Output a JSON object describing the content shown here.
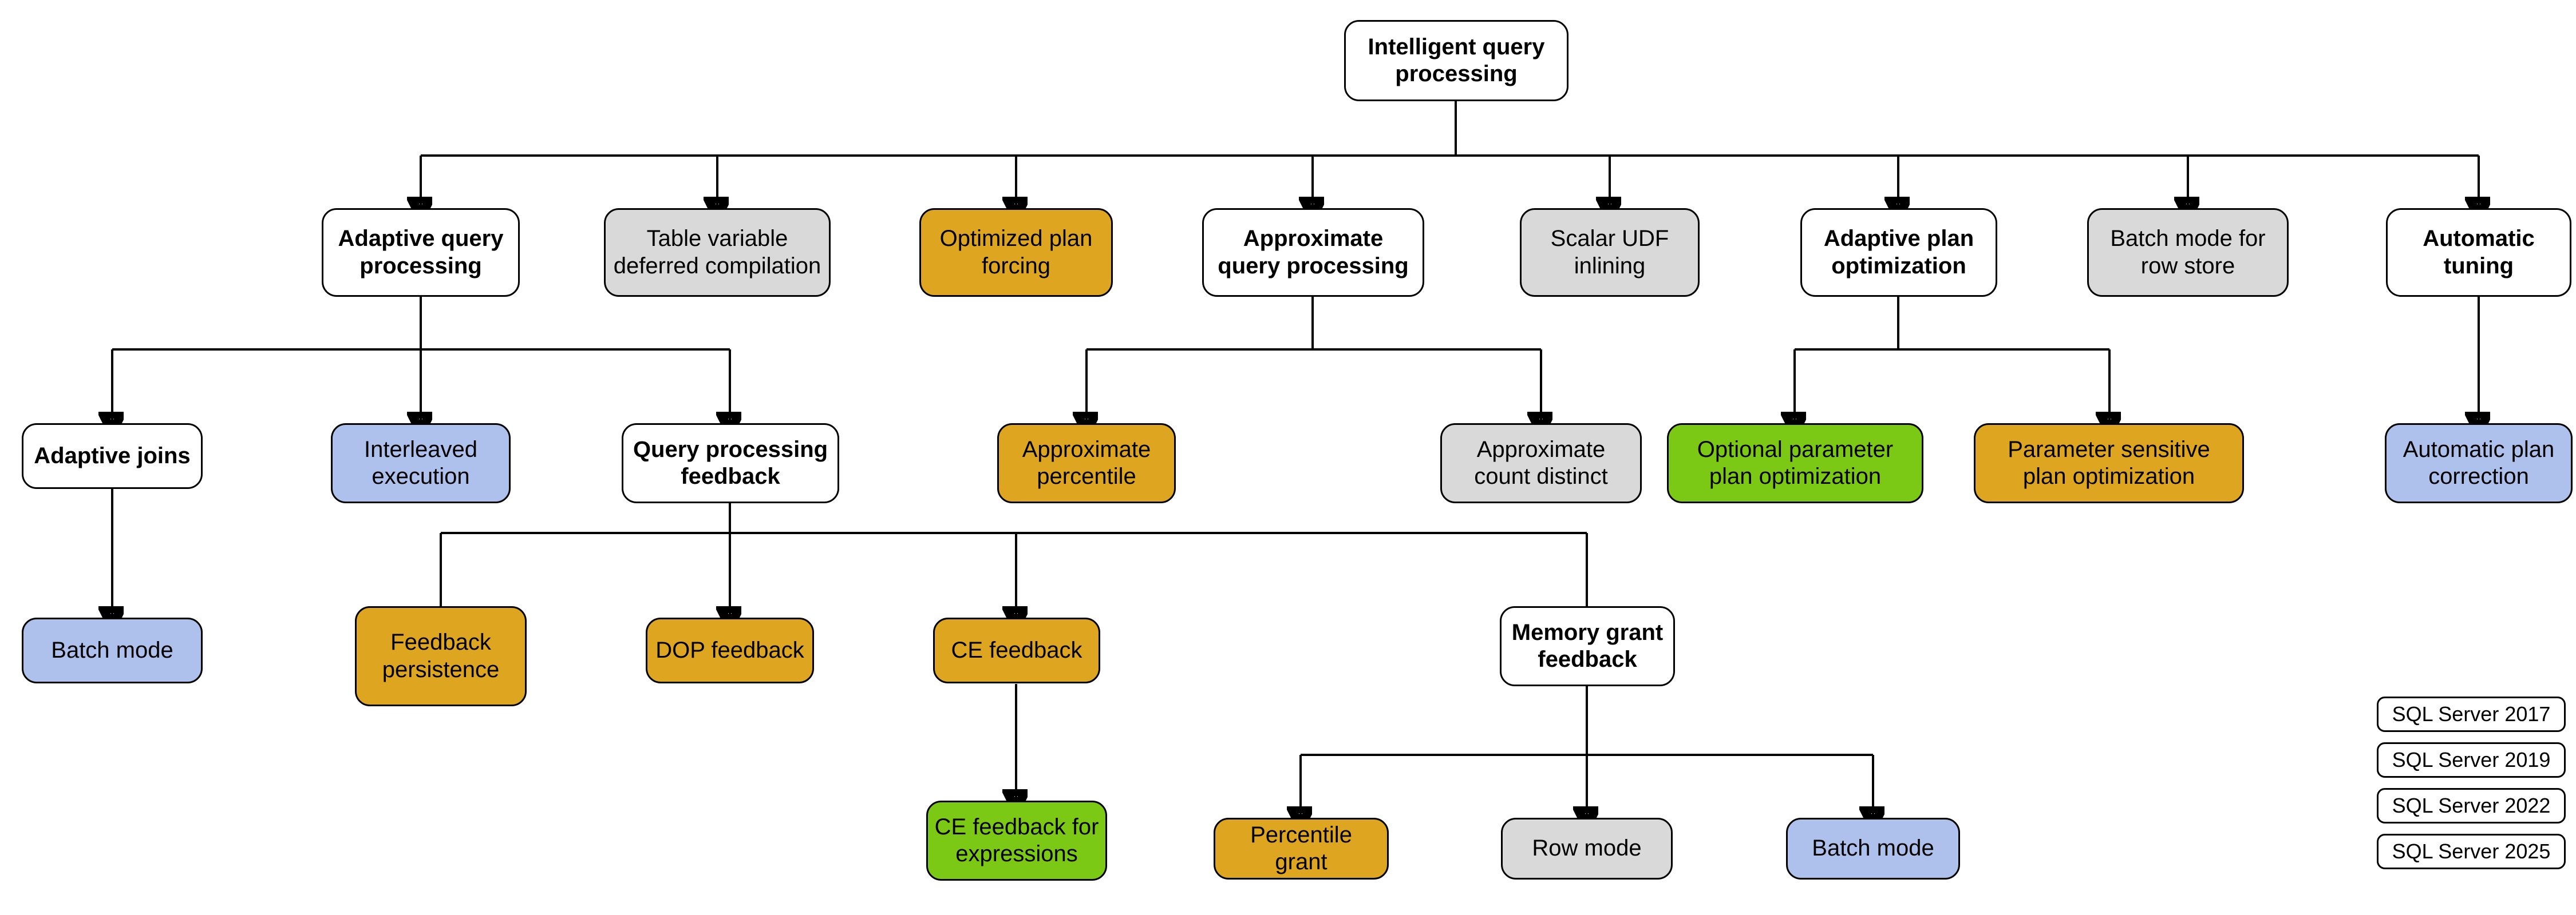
{
  "diagram": {
    "title_node": "Intelligent query\nprocessing",
    "colors": {
      "white": "#ffffff",
      "gray": "#d9d9d9",
      "orange": "#dda520",
      "blue": "#aec0ec",
      "green": "#7bc914",
      "stroke": "#000000"
    },
    "nodes": {
      "root": "Intelligent query\nprocessing",
      "adaptive_query_processing": "Adaptive query\nprocessing",
      "table_variable_deferred_compilation": "Table variable\ndeferred compilation",
      "optimized_plan_forcing": "Optimized plan\nforcing",
      "approximate_query_processing": "Approximate\nquery processing",
      "scalar_udf_inlining": "Scalar UDF\ninlining",
      "adaptive_plan_optimization": "Adaptive plan\noptimization",
      "batch_mode_for_row_store": "Batch mode for\nrow store",
      "automatic_tuning": "Automatic\ntuning",
      "adaptive_joins": "Adaptive joins",
      "interleaved_execution": "Interleaved\nexecution",
      "query_processing_feedback": "Query processing\nfeedback",
      "approximate_percentile": "Approximate\npercentile",
      "approximate_count_distinct": "Approximate\ncount distinct",
      "optional_parameter_plan_optimization": "Optional parameter\nplan optimization",
      "parameter_sensitive_plan_optimization": "Parameter sensitive\nplan optimization",
      "automatic_plan_correction": "Automatic plan\ncorrection",
      "batch_mode_adaptive_joins": "Batch mode",
      "feedback_persistence": "Feedback\npersistence",
      "dop_feedback": "DOP feedback",
      "ce_feedback": "CE feedback",
      "memory_grant_feedback": "Memory grant\nfeedback",
      "ce_feedback_for_expressions": "CE feedback for\nexpressions",
      "percentile_grant": "Percentile grant",
      "row_mode": "Row mode",
      "batch_mode_memory_grant": "Batch mode"
    },
    "legend": [
      {
        "label": "SQL Server 2017",
        "color": "blue"
      },
      {
        "label": "SQL Server 2019",
        "color": "gray"
      },
      {
        "label": "SQL Server 2022",
        "color": "orange"
      },
      {
        "label": "SQL Server 2025",
        "color": "green"
      }
    ]
  }
}
